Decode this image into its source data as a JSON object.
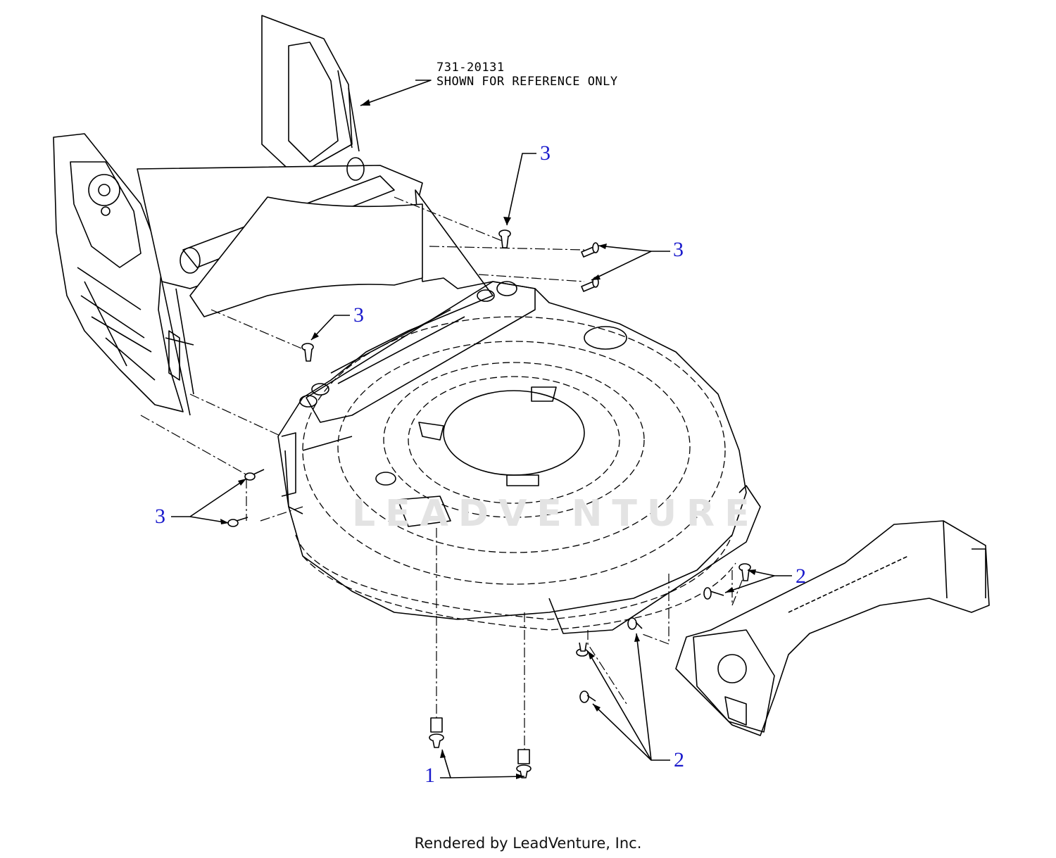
{
  "reference_note": {
    "part_number": "731-20131",
    "text": "SHOWN FOR REFERENCE ONLY"
  },
  "callouts": [
    {
      "number": "3"
    },
    {
      "number": "3"
    },
    {
      "number": "3"
    },
    {
      "number": "3"
    },
    {
      "number": "2"
    },
    {
      "number": "2"
    },
    {
      "number": "1"
    }
  ],
  "watermark": "LEADVENTURE",
  "footer": "Rendered by LeadVenture, Inc.",
  "colors": {
    "callout": "#1a1acc",
    "line": "#000000",
    "watermark": "#e3e3e3"
  }
}
